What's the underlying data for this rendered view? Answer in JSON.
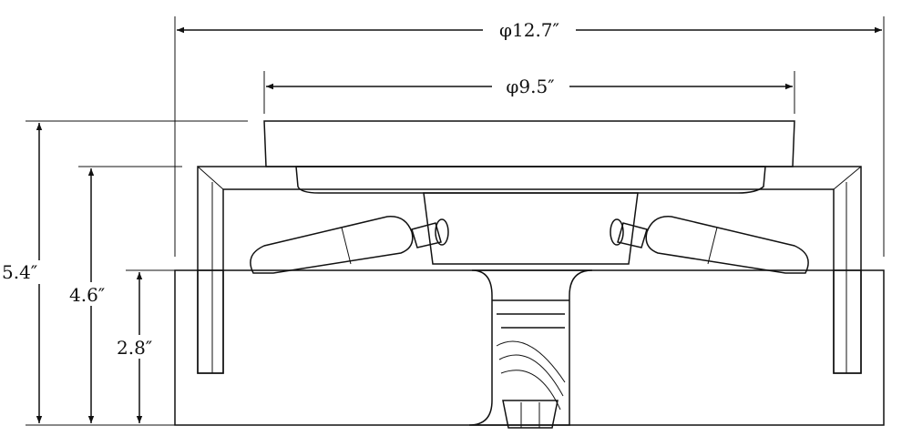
{
  "dimensions": {
    "overall_diameter": "φ12.7″",
    "bowl_diameter": "φ9.5″",
    "total_height": "5.4″",
    "frame_height": "4.6″",
    "base_height": "2.8″"
  }
}
